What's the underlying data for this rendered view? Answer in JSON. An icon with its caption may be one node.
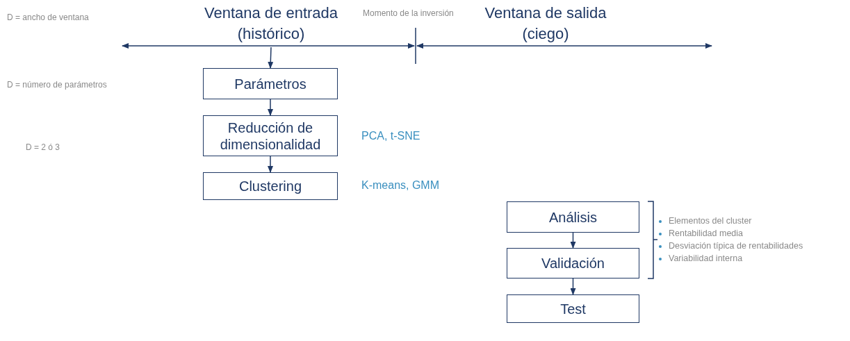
{
  "diagram": {
    "nodes": [
      {
        "text": [
          "Ventana de entrada (histórico)"
        ]
      },
      {
        "text": [
          "Parámetros"
        ]
      },
      {
        "text": [
          "Reducción de dimensionalidad"
        ],
        "beside": [
          "PCA, t-SNE"
        ]
      },
      {
        "text": [
          "Clustering"
        ],
        "beside": [
          "K-means, GMM"
        ]
      },
      {
        "text": [
          "Análisis"
        ]
      },
      {
        "text": [
          "Validación"
        ]
      },
      {
        "text": [
          "Test"
        ]
      }
    ],
    "edges": [
      {
        "from": 0,
        "to": 1,
        "arrow": "to"
      },
      {
        "from": 1,
        "to": 2,
        "arrow": "to"
      },
      {
        "from": 2,
        "to": 3,
        "arrow": "to"
      },
      {
        "from": 4,
        "to": 5,
        "arrow": "to"
      },
      {
        "from": 5,
        "to": 6,
        "arrow": "to"
      }
    ],
    "labels": [
      "D = ancho de ventana",
      "Momento de la inversión",
      "Ventana de salida (ciego)",
      "D = número de parámetros",
      "D = 2 ó 3",
      "Elementos del cluster",
      "Rentabilidad media",
      "Desviación típica de rentabilidades",
      "Variabilidad interna"
    ]
  }
}
